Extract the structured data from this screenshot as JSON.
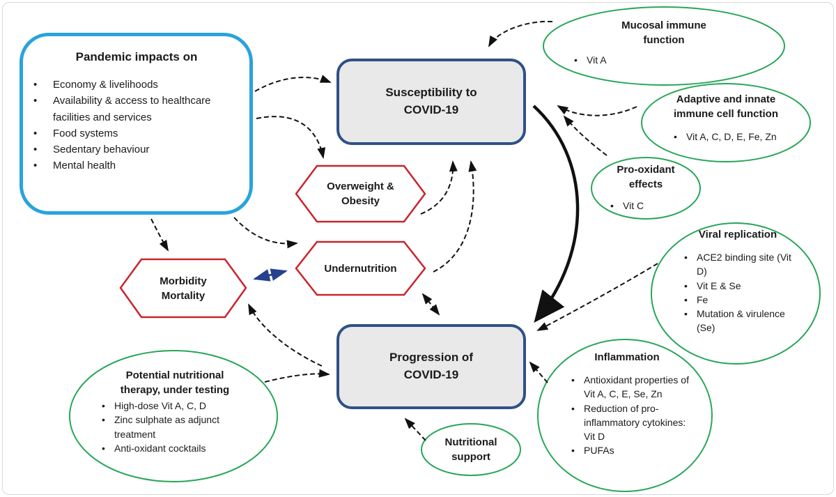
{
  "colors": {
    "cyan_border": "#29a3dc",
    "navy_border": "#2e5186",
    "box_fill": "#e9e9e9",
    "red_border": "#c9242b",
    "green_border": "#27a658",
    "blue_arrow": "#27418f",
    "arrow_black": "#111111"
  },
  "pandemic_box": {
    "title": "Pandemic impacts on",
    "items": [
      "Economy & livelihoods",
      "Availability & access to healthcare facilities and services",
      "Food systems",
      "Sedentary behaviour",
      "Mental health"
    ]
  },
  "boxes": {
    "susceptibility": "Susceptibility to\nCOVID-19",
    "progression": "Progression of\nCOVID-19"
  },
  "hexagons": {
    "overweight": "Overweight &\nObesity",
    "undernutrition": "Undernutrition",
    "morbidity": "Morbidity\nMortality"
  },
  "ellipses": {
    "mucosal": {
      "title": "Mucosal immune\nfunction",
      "items": [
        "Vit A"
      ]
    },
    "adaptive": {
      "title": "Adaptive and innate\nimmune cell function",
      "items": [
        "Vit A, C, D, E, Fe, Zn"
      ]
    },
    "prooxidant": {
      "title": "Pro-oxidant\neffects",
      "items": [
        "Vit C"
      ]
    },
    "viral": {
      "title": "Viral replication",
      "items": [
        "ACE2 binding site (Vit D)",
        "Vit E & Se",
        "Fe",
        "Mutation & virulence (Se)"
      ]
    },
    "inflammation": {
      "title": "Inflammation",
      "items": [
        "Antioxidant properties of Vit A, C, E, Se, Zn",
        "Reduction of pro-inflammatory cytokines: Vit D",
        "PUFAs"
      ]
    },
    "nutritional_support": {
      "title": "Nutritional\nsupport"
    },
    "therapy": {
      "title": "Potential nutritional\ntherapy, under testing",
      "items": [
        "High-dose Vit A, C, D",
        "Zinc sulphate as adjunct treatment",
        "Anti-oxidant cocktails"
      ]
    }
  }
}
